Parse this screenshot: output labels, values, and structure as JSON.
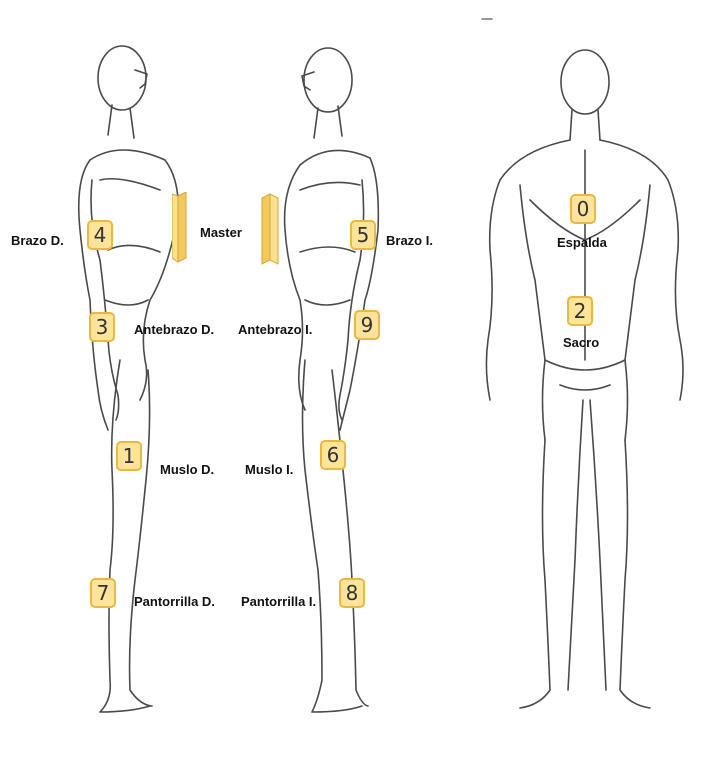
{
  "accent": "#fde49a",
  "accent_border": "#e9b83e",
  "sensors": {
    "s0": "0",
    "s1": "1",
    "s2": "2",
    "s3": "3",
    "s4": "4",
    "s5": "5",
    "s6": "6",
    "s7": "7",
    "s8": "8",
    "s9": "9"
  },
  "labels": {
    "brazo_d": "Brazo D.",
    "master": "Master",
    "brazo_i": "Brazo I.",
    "antebrazo_d": "Antebrazo D.",
    "antebrazo_i": "Antebrazo I.",
    "muslo_d": "Muslo D.",
    "muslo_i": "Muslo I.",
    "pantorrilla_d": "Pantorrilla D.",
    "pantorrilla_i": "Pantorrilla I.",
    "espalda": "Espalda",
    "sacro": "Sacro"
  }
}
